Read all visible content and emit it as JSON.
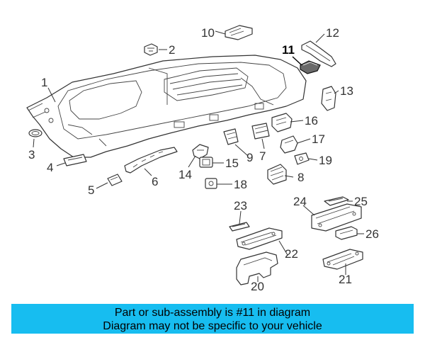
{
  "diagram": {
    "callouts": [
      "1",
      "2",
      "3",
      "4",
      "5",
      "6",
      "7",
      "8",
      "9",
      "10",
      "11",
      "12",
      "13",
      "14",
      "15",
      "16",
      "17",
      "18",
      "19",
      "20",
      "21",
      "22",
      "23",
      "24",
      "25",
      "26"
    ],
    "highlighted_callout": "11",
    "highlight_color": "#000000"
  },
  "banner": {
    "line1": "Part or sub-assembly is #11 in diagram",
    "line2": "Diagram may not be specific to your vehicle",
    "background_color": "#17bdf0"
  }
}
